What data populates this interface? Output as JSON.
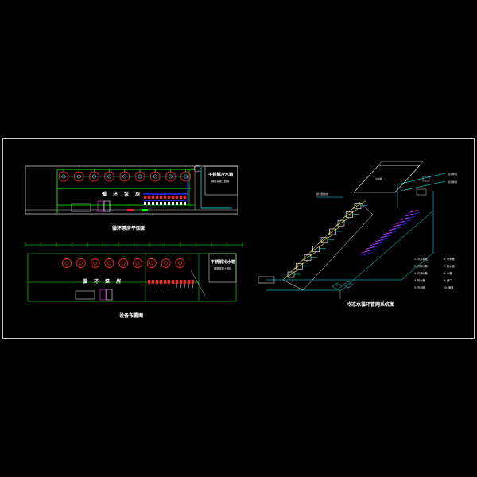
{
  "drawing": {
    "background": "#000000",
    "frame_color": "#ffffff",
    "colors": {
      "green": "#00ff00",
      "cyan": "#00ffff",
      "red": "#ff2020",
      "blue": "#2a2aff",
      "magenta": "#ff40ff",
      "yellow": "#ffff00",
      "white": "#ffffff"
    }
  },
  "views": {
    "plan_top": {
      "caption": "循环泵房平面图",
      "room_label": "循 环 泵 房",
      "tank_title": "不锈钢冷水箱",
      "tank_subtitle": "钢筋混凝土基础"
    },
    "plan_bottom": {
      "caption": "设备布置图",
      "room_label": "循 环 泵 房",
      "tank_title": "不锈钢冷水箱",
      "tank_subtitle": "钢筋混凝土基础"
    },
    "system": {
      "caption": "冷冻水循环管网系统图",
      "tank_label": "冷水箱",
      "top_right_labels": [
        "接冷却塔",
        "接冷却塔"
      ],
      "left_label": "接市政给水"
    }
  },
  "legend": {
    "items": [
      "1. 冷冻机组",
      "2. 冷冻水泵",
      "3. 冷却水泵",
      "4. 软水器",
      "5. 冷却塔",
      "6. 分水器",
      "7. 集水器",
      "8. 水箱",
      "9. 阀门",
      "10. 管道"
    ]
  }
}
